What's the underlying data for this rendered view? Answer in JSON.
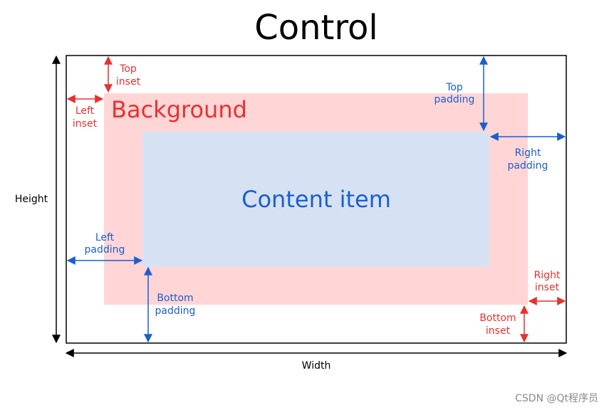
{
  "title": "Control",
  "background_label": "Background",
  "content_label": "Content item",
  "labels": {
    "top_inset": [
      "Top",
      "inset"
    ],
    "left_inset": [
      "Left",
      "inset"
    ],
    "top_padding": [
      "Top",
      "padding"
    ],
    "right_padding": [
      "Right",
      "padding"
    ],
    "left_padding": [
      "Left",
      "padding"
    ],
    "bottom_padding": [
      "Bottom",
      "padding"
    ],
    "right_inset": [
      "Right",
      "inset"
    ],
    "bottom_inset": [
      "Bottom",
      "inset"
    ],
    "height": "Height",
    "width": "Width"
  },
  "watermark": "CSDN @Qt程序员",
  "colors": {
    "background_fill": "#ffd5d6",
    "content_fill": "#d6e2f4",
    "inset_arrow": "#e8312f",
    "padding_arrow": "#1a5fd0",
    "dimension_arrow": "#000000"
  }
}
